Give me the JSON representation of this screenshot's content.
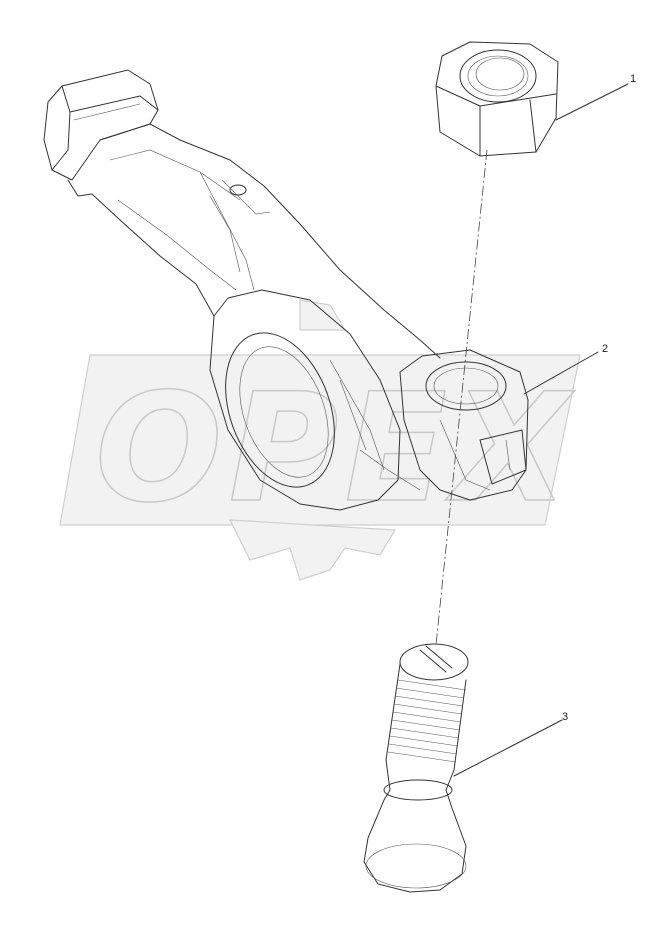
{
  "watermark": {
    "text": "OPEX"
  },
  "callouts": [
    {
      "id": "1",
      "label": "1",
      "part": "nut"
    },
    {
      "id": "2",
      "label": "2",
      "part": "rocker-arm"
    },
    {
      "id": "3",
      "label": "3",
      "part": "adjusting-screw"
    }
  ],
  "colors": {
    "line": "#333333",
    "watermark": "#cfcfcf",
    "background": "#ffffff"
  }
}
